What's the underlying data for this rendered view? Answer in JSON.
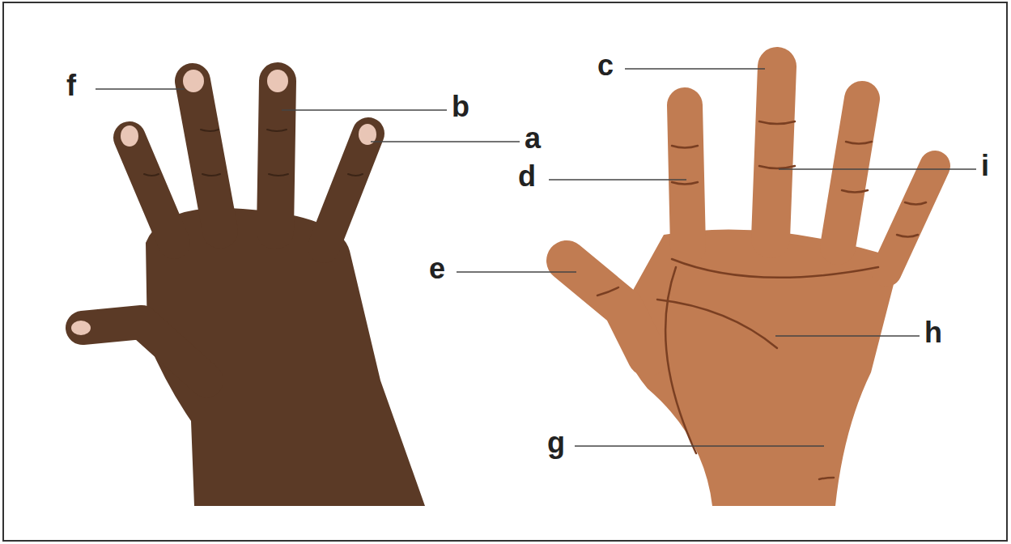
{
  "diagram": {
    "labels": [
      "f",
      "b",
      "a",
      "c",
      "d",
      "i",
      "e",
      "h",
      "g"
    ]
  }
}
